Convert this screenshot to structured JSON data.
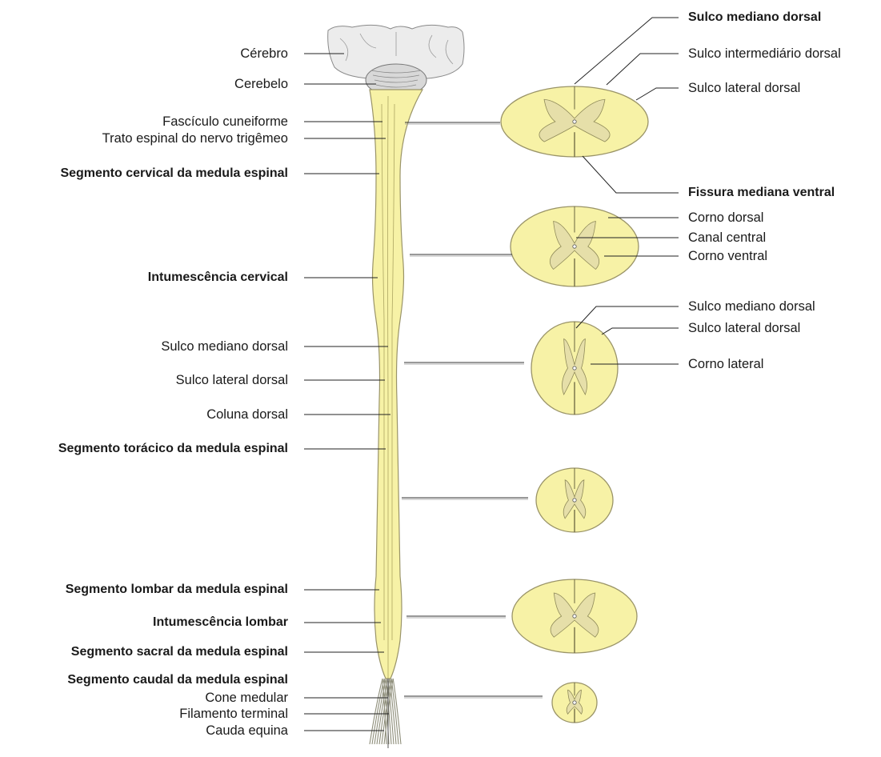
{
  "colors": {
    "cord_fill": "#f7f2a6",
    "cord_stroke": "#9a9468",
    "gray_matter": "#e6dfa9",
    "label_line": "#222222",
    "brain_fill": "#ececec"
  },
  "left_labels": [
    {
      "id": "cerebro",
      "text": "Cérebro",
      "bold": false
    },
    {
      "id": "cerebelo",
      "text": "Cerebelo",
      "bold": false
    },
    {
      "id": "fasciculo-cuneiforme",
      "text": "Fascículo cuneiforme",
      "bold": false
    },
    {
      "id": "trato-espinal",
      "text": "Trato espinal do nervo trigêmeo",
      "bold": false
    },
    {
      "id": "segmento-cervical",
      "text": "Segmento cervical da medula espinal",
      "bold": true
    },
    {
      "id": "intumescencia-cervical",
      "text": "Intumescência cervical",
      "bold": true
    },
    {
      "id": "sulco-mediano-dorsal-left",
      "text": "Sulco mediano dorsal",
      "bold": false
    },
    {
      "id": "sulco-lateral-dorsal-left",
      "text": "Sulco lateral dorsal",
      "bold": false
    },
    {
      "id": "coluna-dorsal",
      "text": "Coluna dorsal",
      "bold": false
    },
    {
      "id": "segmento-toracico",
      "text": "Segmento torácico da medula espinal",
      "bold": true
    },
    {
      "id": "segmento-lombar",
      "text": "Segmento lombar da medula espinal",
      "bold": true
    },
    {
      "id": "intumescencia-lombar",
      "text": "Intumescência lombar",
      "bold": true
    },
    {
      "id": "segmento-sacral",
      "text": "Segmento sacral da medula espinal",
      "bold": true
    },
    {
      "id": "segmento-caudal",
      "text": "Segmento caudal da medula espinal",
      "bold": true
    },
    {
      "id": "cone-medular",
      "text": "Cone medular",
      "bold": false
    },
    {
      "id": "filamento-terminal",
      "text": "Filamento terminal",
      "bold": false
    },
    {
      "id": "cauda-equina",
      "text": "Cauda equina",
      "bold": false
    }
  ],
  "right_labels": [
    {
      "id": "sulco-mediano-dorsal-top",
      "text": "Sulco mediano dorsal",
      "bold": true
    },
    {
      "id": "sulco-intermediario-dorsal",
      "text": "Sulco intermediário dorsal",
      "bold": false
    },
    {
      "id": "sulco-lateral-dorsal-top",
      "text": "Sulco lateral dorsal",
      "bold": false
    },
    {
      "id": "fissura-mediana-ventral",
      "text": "Fissura mediana ventral",
      "bold": true
    },
    {
      "id": "corno-dorsal",
      "text": "Corno dorsal",
      "bold": false
    },
    {
      "id": "canal-central",
      "text": "Canal central",
      "bold": false
    },
    {
      "id": "corno-ventral",
      "text": "Corno ventral",
      "bold": false
    },
    {
      "id": "sulco-mediano-dorsal-mid",
      "text": "Sulco mediano dorsal",
      "bold": false
    },
    {
      "id": "sulco-lateral-dorsal-mid",
      "text": "Sulco lateral dorsal",
      "bold": false
    },
    {
      "id": "corno-lateral",
      "text": "Corno lateral",
      "bold": false
    }
  ],
  "cross_sections": [
    {
      "id": "section-cervical-upper"
    },
    {
      "id": "section-cervical-enlargement"
    },
    {
      "id": "section-thoracic-upper"
    },
    {
      "id": "section-thoracic-lower"
    },
    {
      "id": "section-lumbar"
    },
    {
      "id": "section-sacral"
    }
  ]
}
